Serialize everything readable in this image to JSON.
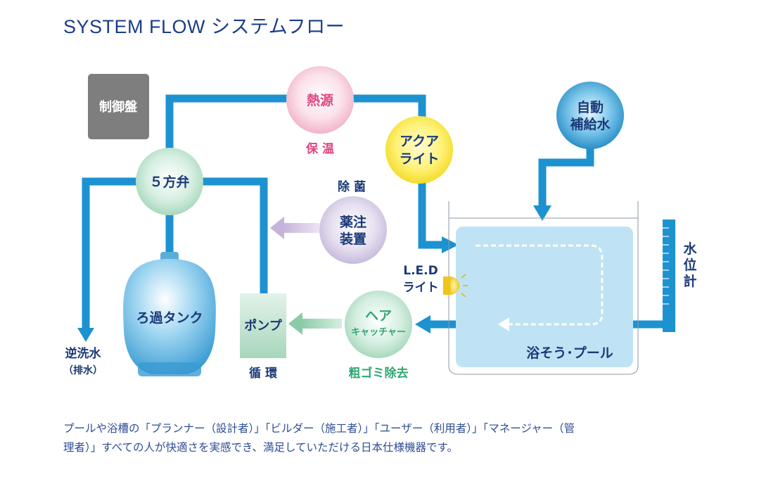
{
  "title": "SYSTEM FLOW システムフロー",
  "nodes": {
    "control_panel": "制御盤",
    "heat_source": "熱源",
    "aqua_light": [
      "アクア",
      "ライト"
    ],
    "auto_water": [
      "自動",
      "補給水"
    ],
    "five_way_valve": "５方弁",
    "chemical_injector": [
      "薬注",
      "装置"
    ],
    "filter_tank": "ろ過タンク",
    "pump": "ポンプ",
    "hair_catcher": [
      "ヘア",
      "キャッチャー"
    ],
    "pool": "浴そう･プール",
    "water_level": [
      "水",
      "位",
      "計"
    ],
    "led_light": [
      "L.E.D",
      "ライト"
    ]
  },
  "labels": {
    "keep_warm": "保 温",
    "sterilize": "除 菌",
    "backwash": "逆洗水",
    "drain": "（排水）",
    "circulation": "循 環",
    "coarse_removal": "粗ゴミ除去"
  },
  "description": [
    "プールや浴槽の「プランナー（設計者）」「ビルダー（施工者）」「ユーザー（利用者）」「マネージャー（管",
    "理者）」すべての人が快適さを実感でき、満足していただける日本仕様機器です。"
  ],
  "colors": {
    "pipe": "#1d92d0",
    "title_text": "#1a3d8a",
    "node_text": "#1b3a78",
    "heat_text": "#e0457f",
    "green_text": "#2fa873",
    "pool_fill": "#bfe3f4",
    "control_panel": "#7e7e7e"
  }
}
